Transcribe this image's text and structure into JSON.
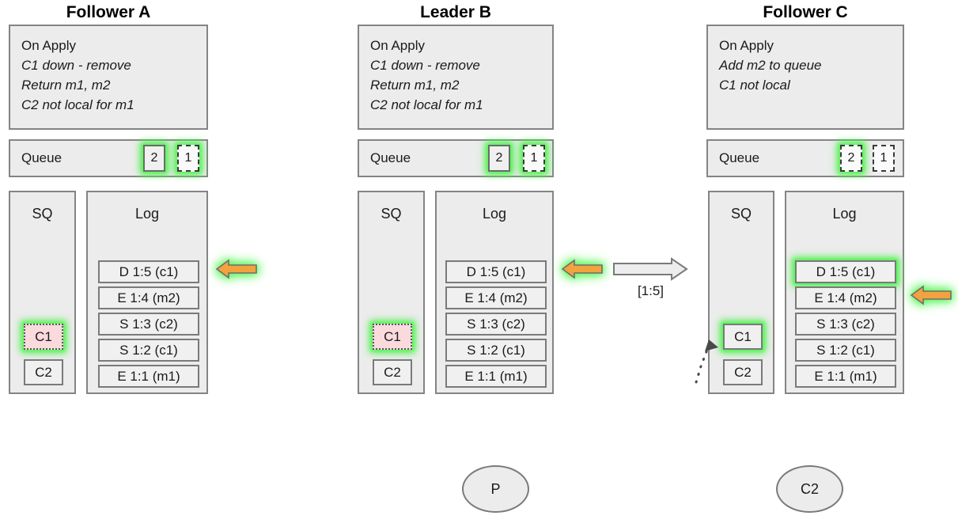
{
  "diagram": {
    "title_font_note": "",
    "columns": [
      {
        "id": "follower-a",
        "title": "Follower A",
        "on_apply": {
          "header": "On Apply",
          "lines": [
            "C1 down - remove",
            "Return m1, m2",
            "C2 not local for m1"
          ]
        },
        "queue": {
          "label": "Queue",
          "items": [
            {
              "value": "2",
              "style": "solid",
              "glow": true
            },
            {
              "value": "1",
              "style": "dashed",
              "glow": true
            }
          ]
        },
        "sq": {
          "title": "SQ",
          "items": [
            {
              "value": "C1",
              "style": "pink-dotted",
              "glow": true
            },
            {
              "value": "C2",
              "style": "solid",
              "glow": false
            }
          ]
        },
        "log": {
          "title": "Log",
          "entries": [
            {
              "value": "D 1:5 (c1)",
              "glow": false
            },
            {
              "value": "E 1:4 (m2)",
              "glow": false
            },
            {
              "value": "S 1:3 (c2)",
              "glow": false
            },
            {
              "value": "S 1:2 (c1)",
              "glow": false
            },
            {
              "value": "E 1:1 (m1)",
              "glow": false
            }
          ]
        },
        "pointer_arrow": {
          "direction": "left",
          "color": "#f0a33c",
          "glow": true,
          "target_entry_index": 0
        }
      },
      {
        "id": "leader-b",
        "title": "Leader B",
        "on_apply": {
          "header": "On Apply",
          "lines": [
            "C1 down - remove",
            "Return m1, m2",
            "C2 not local for m1"
          ]
        },
        "queue": {
          "label": "Queue",
          "items": [
            {
              "value": "2",
              "style": "solid",
              "glow": true
            },
            {
              "value": "1",
              "style": "dashed",
              "glow": true
            }
          ]
        },
        "sq": {
          "title": "SQ",
          "items": [
            {
              "value": "C1",
              "style": "pink-dotted",
              "glow": true
            },
            {
              "value": "C2",
              "style": "solid",
              "glow": false
            }
          ]
        },
        "log": {
          "title": "Log",
          "entries": [
            {
              "value": "D 1:5 (c1)",
              "glow": false
            },
            {
              "value": "E 1:4 (m2)",
              "glow": false
            },
            {
              "value": "S 1:3 (c2)",
              "glow": false
            },
            {
              "value": "S 1:2 (c1)",
              "glow": false
            },
            {
              "value": "E 1:1 (m1)",
              "glow": false
            }
          ]
        },
        "pointer_arrow": {
          "direction": "left",
          "color": "#f0a33c",
          "glow": true,
          "target_entry_index": 0
        }
      },
      {
        "id": "follower-c",
        "title": "Follower C",
        "on_apply": {
          "header": "On Apply",
          "lines": [
            "Add m2 to queue",
            "C1 not local"
          ]
        },
        "queue": {
          "label": "Queue",
          "items": [
            {
              "value": "2",
              "style": "dashed",
              "glow": true
            },
            {
              "value": "1",
              "style": "dashed",
              "glow": false
            }
          ]
        },
        "sq": {
          "title": "SQ",
          "items": [
            {
              "value": "C1",
              "style": "solid",
              "glow": true
            },
            {
              "value": "C2",
              "style": "solid",
              "glow": false
            }
          ]
        },
        "log": {
          "title": "Log",
          "entries": [
            {
              "value": "D 1:5 (c1)",
              "glow": true
            },
            {
              "value": "E 1:4 (m2)",
              "glow": false
            },
            {
              "value": "S 1:3 (c2)",
              "glow": false
            },
            {
              "value": "S 1:2 (c1)",
              "glow": false
            },
            {
              "value": "E 1:1 (m1)",
              "glow": false
            }
          ]
        },
        "pointer_arrow": {
          "direction": "left",
          "color": "#f0a33c",
          "glow": true,
          "target_entry_index": 1
        }
      }
    ],
    "replication_edge": {
      "direction": "right",
      "label": "[1:5]",
      "fill": "#ededed",
      "stroke": "#7a7a7a"
    },
    "bottom_nodes": [
      {
        "id": "producer",
        "label": "P"
      },
      {
        "id": "consumer-c2",
        "label": "C2"
      }
    ],
    "colors": {
      "panel_fill": "#ececec",
      "panel_stroke": "#848484",
      "cell_fill": "#f0f0f0",
      "cell_stroke": "#7a7a7a",
      "glow": "#56f056",
      "arrow_orange": "#f0a33c",
      "pink_fill": "#fadadd"
    }
  }
}
